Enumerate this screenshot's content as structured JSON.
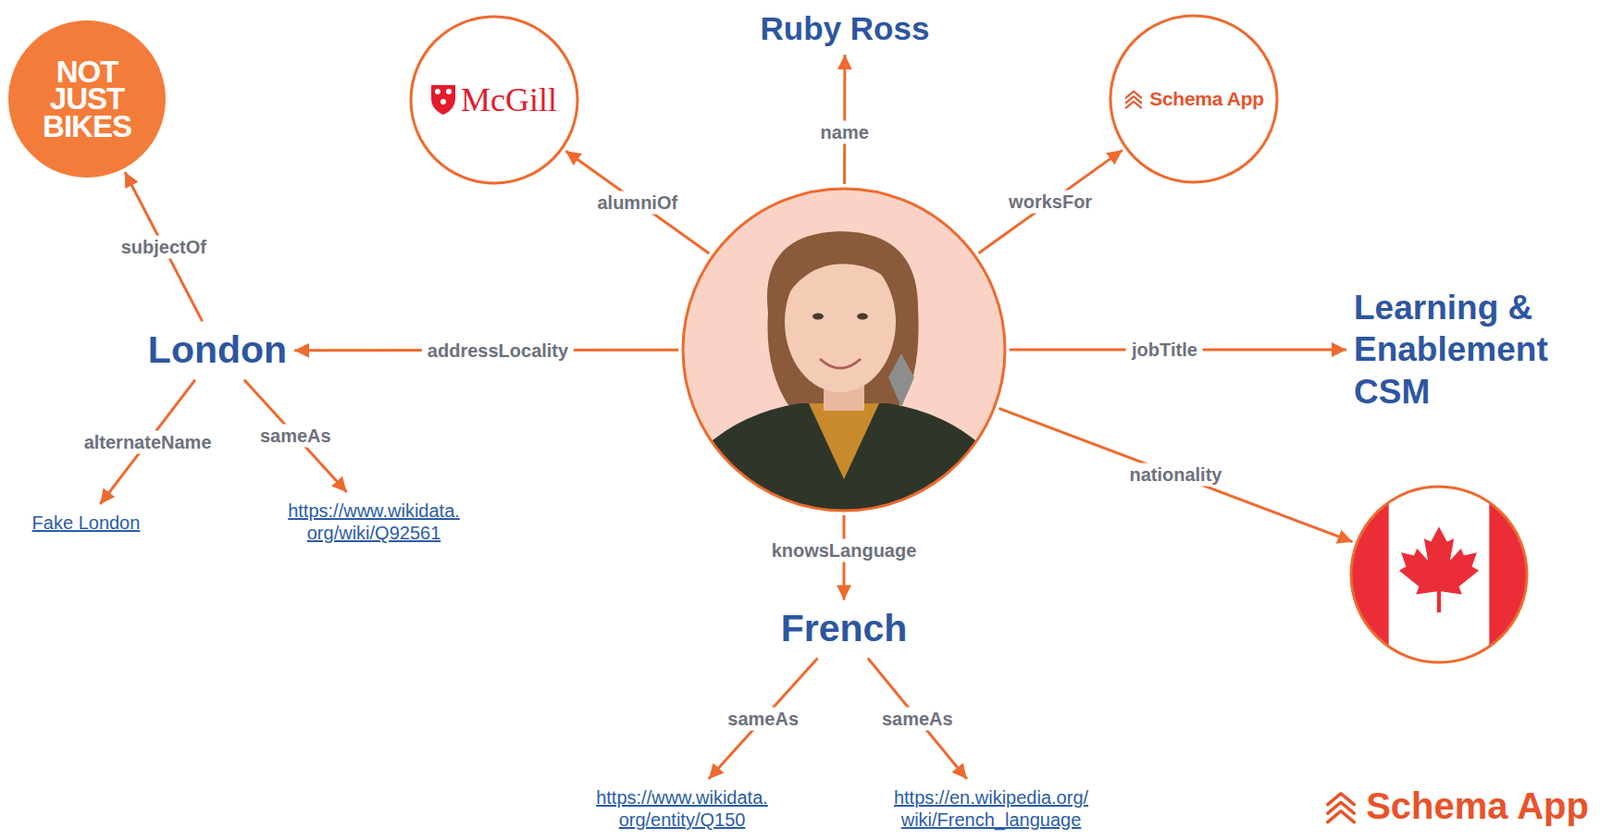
{
  "diagram": {
    "nodes": [
      {
        "text": []
      },
      {
        "text": [
          "Ruby Ross"
        ]
      },
      {
        "text": [
          "McGill"
        ]
      },
      {
        "text": [
          "Schema App"
        ]
      },
      {
        "text": [
          "NOT JUST BIKES"
        ]
      },
      {
        "text": [
          "London"
        ]
      },
      {
        "text": [
          "Learning & Enablement CSM"
        ]
      },
      {
        "text": [
          "Fake London"
        ]
      },
      {
        "text": [
          "https://www.wikidata. org/wiki/Q92561"
        ]
      },
      {
        "text": []
      },
      {
        "text": [
          "French"
        ]
      },
      {
        "text": [
          "https://www.wikidata. org/entity/Q150"
        ]
      },
      {
        "text": [
          "https://en.wikipedia.org/ wiki/French_language"
        ]
      }
    ],
    "edges": [
      {
        "from": 0,
        "to": 1,
        "label": "name",
        "arrow": "to"
      },
      {
        "from": 0,
        "to": 2,
        "label": "alumniOf",
        "arrow": "to"
      },
      {
        "from": 0,
        "to": 3,
        "label": "worksFor",
        "arrow": "to"
      },
      {
        "from": 0,
        "to": 5,
        "label": "addressLocality",
        "arrow": "to"
      },
      {
        "from": 0,
        "to": 6,
        "label": "jobTitle",
        "arrow": "to"
      },
      {
        "from": 0,
        "to": 9,
        "label": "nationality",
        "arrow": "to"
      },
      {
        "from": 0,
        "to": 10,
        "label": "knowsLanguage",
        "arrow": "to"
      },
      {
        "from": 5,
        "to": 4,
        "label": "subjectOf",
        "arrow": "to"
      },
      {
        "from": 5,
        "to": 7,
        "label": "alternateName",
        "arrow": "to"
      },
      {
        "from": 5,
        "to": 8,
        "label": "sameAs",
        "arrow": "to"
      },
      {
        "from": 10,
        "to": 11,
        "label": "sameAs",
        "arrow": "to"
      },
      {
        "from": 10,
        "to": 12,
        "label": "sameAs",
        "arrow": "to"
      }
    ],
    "labels": [
      "Schema App"
    ]
  }
}
